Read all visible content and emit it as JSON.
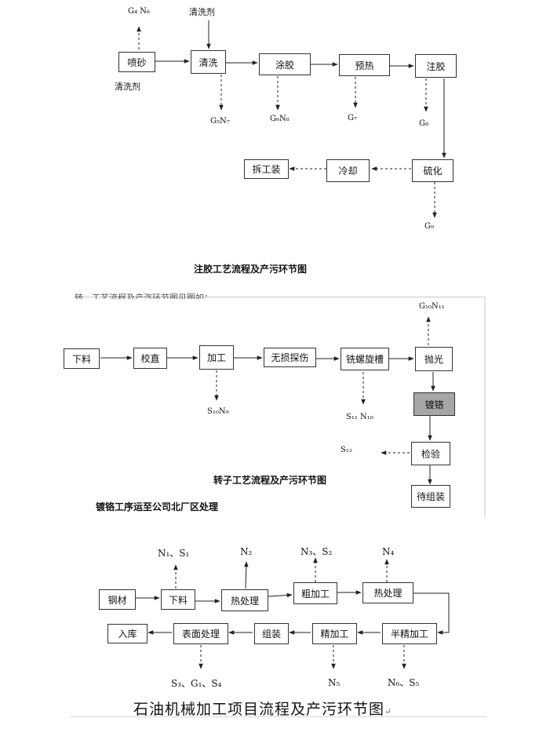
{
  "diagram1": {
    "boxes": {
      "sandblast": "喷砂",
      "clean": "清洗",
      "glue_coat": "涂胶",
      "preheat": "预热",
      "injection": "注胶",
      "vulcanize": "硫化",
      "cool": "冷却",
      "disassemble": "拆工装"
    },
    "labels": {
      "g4n6": "G₄ N₆",
      "cleaner_in": "清洗剂",
      "cleaner_below": "清洗剂",
      "g5n7": "G₅N₇",
      "g6n8": "G₆N₈",
      "g7": "G₇",
      "g8": "G₈",
      "g9": "G₉"
    },
    "caption": "注胶工艺流程及产污环节图"
  },
  "diagram2": {
    "top_fragment": "转、工艺流程及产汽环节图见图如：",
    "boxes": {
      "blanking": "下料",
      "straighten": "校直",
      "machining": "加工",
      "ndt": "无损探伤",
      "mill_groove": "铣螺旋槽",
      "polish": "抛光",
      "chrome": "镀铬",
      "inspect": "检验",
      "to_assemble": "待组装"
    },
    "labels": {
      "g10n11": "G₁₀N₁₁",
      "s10n9": "S₁₀N₉",
      "s11n10": "S₁₁ N₁₀",
      "s12": "S₁₂"
    },
    "caption": "转子工艺流程及产污环节图",
    "note": "镀铬工序运至公司北厂区处理"
  },
  "diagram3": {
    "boxes": {
      "steel": "钢材",
      "blanking": "下料",
      "heat1": "热处理",
      "rough": "粗加工",
      "heat2": "热处理",
      "store": "入库",
      "surface": "表面处理",
      "assemble": "组装",
      "finish": "精加工",
      "semi_finish": "半精加工"
    },
    "labels": {
      "n1s1": "N₁、S₁",
      "n2": "N₂",
      "n3s2": "N₃、S₂",
      "n4": "N₄",
      "s3g1s4": "S₃、G₁、S₄",
      "n5": "N₅",
      "n6s5": "N₆、S₅"
    },
    "caption": "石油机械加工项目流程及产污环节图",
    "caption_mark": "↵"
  }
}
